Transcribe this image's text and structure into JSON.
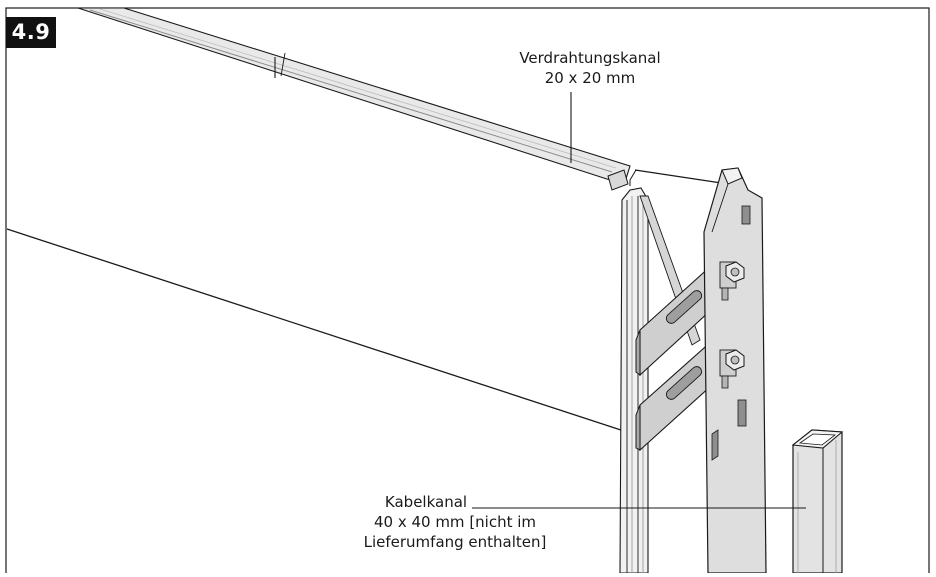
{
  "figure": {
    "step_number": "4.9",
    "colors": {
      "line": "#1a1a1a",
      "metal_light": "#e8e8e8",
      "metal_mid": "#cfcfcf",
      "metal_dark": "#a9a9a9"
    }
  },
  "labels": {
    "wiring_duct": {
      "line1": "Verdrahtungskanal",
      "line2": "20 x 20 mm"
    },
    "cable_duct": {
      "line1": "Kabelkanal",
      "line2": "40 x 40 mm [nicht im",
      "line3": "Lieferumfang enthalten]"
    }
  },
  "icons": [
    "wiring-duct-rail",
    "cabinet-side-panel",
    "vertical-profile-frame",
    "mounting-bracket",
    "cable-duct"
  ]
}
